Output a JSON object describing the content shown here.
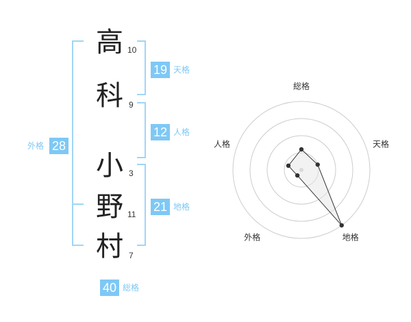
{
  "name": {
    "chars": [
      {
        "kanji": "高",
        "strokes": "10"
      },
      {
        "kanji": "科",
        "strokes": "9"
      },
      {
        "kanji": "小",
        "strokes": "3"
      },
      {
        "kanji": "野",
        "strokes": "11"
      },
      {
        "kanji": "村",
        "strokes": "7"
      }
    ]
  },
  "kaku": {
    "tenkaku": {
      "value": "19",
      "label": "天格"
    },
    "jinkaku": {
      "value": "12",
      "label": "人格"
    },
    "chikaku": {
      "value": "21",
      "label": "地格"
    },
    "gaikaku": {
      "value": "28",
      "label": "外格"
    },
    "soukaku": {
      "value": "40",
      "label": "総格"
    }
  },
  "colors": {
    "accent": "#7ec8f5",
    "bracket": "#9fd5f6",
    "grid": "#cccccc"
  },
  "chart_data": {
    "type": "radar",
    "axes": [
      "総格",
      "天格",
      "地格",
      "外格",
      "人格"
    ],
    "levels": 4,
    "values": [
      0.3,
      0.25,
      1.0,
      0.1,
      0.2
    ]
  }
}
